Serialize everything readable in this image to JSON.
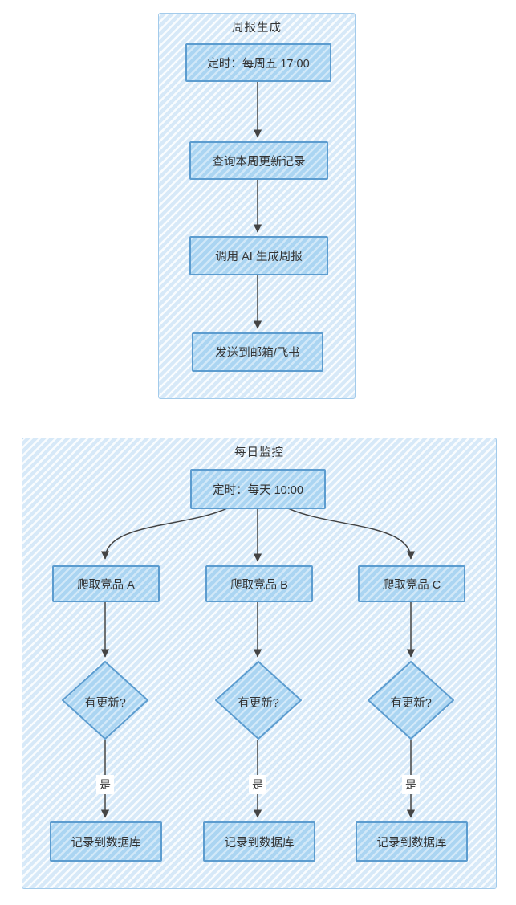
{
  "colors": {
    "node_fill": "#abd5f2",
    "node_border": "#5c9ccf",
    "panel_fill": "#d7e9f8",
    "panel_border": "#a3cbeb",
    "arrow": "#444444",
    "text": "#333333",
    "edge_label_bg": "#ffffff"
  },
  "weekly": {
    "title": "周报生成",
    "nodes": [
      {
        "id": "trigger",
        "label": "定时：每周五 17:00"
      },
      {
        "id": "query",
        "label": "查询本周更新记录"
      },
      {
        "id": "ai",
        "label": "调用 AI 生成周报"
      },
      {
        "id": "send",
        "label": "发送到邮箱/飞书"
      }
    ]
  },
  "daily": {
    "title": "每日监控",
    "trigger": {
      "label": "定时：每天 10:00"
    },
    "branches": [
      {
        "crawl": "爬取竞品 A",
        "decision": "有更新?",
        "edge_label": "是",
        "record": "记录到数据库"
      },
      {
        "crawl": "爬取竞品 B",
        "decision": "有更新?",
        "edge_label": "是",
        "record": "记录到数据库"
      },
      {
        "crawl": "爬取竞品 C",
        "decision": "有更新?",
        "edge_label": "是",
        "record": "记录到数据库"
      }
    ]
  }
}
